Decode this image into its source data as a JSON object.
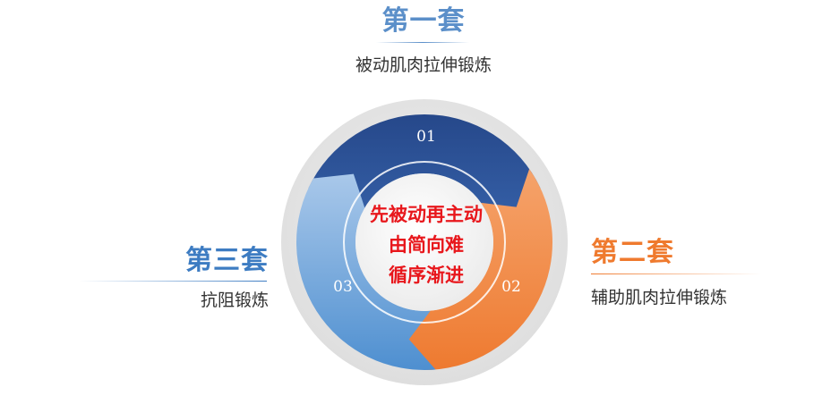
{
  "sets": {
    "first": {
      "title": "第一套",
      "desc": "被动肌肉拉伸锻炼",
      "number": "01",
      "color": "#2f5597"
    },
    "second": {
      "title": "第二套",
      "desc": "辅助肌肉拉伸锻炼",
      "number": "02",
      "color": "#ef7a2e"
    },
    "third": {
      "title": "第三套",
      "desc": "抗阻锻炼",
      "number": "03",
      "color": "#5b9bd5"
    }
  },
  "center": {
    "lines": [
      "先被动再主动",
      "由简向难",
      "循序渐进"
    ],
    "color": "#e8171c"
  }
}
